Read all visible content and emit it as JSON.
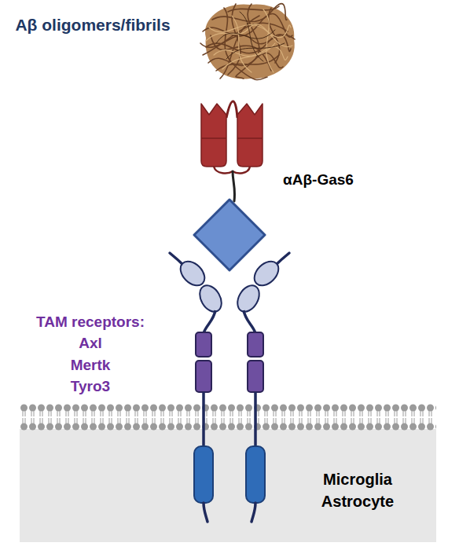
{
  "diagram": {
    "nodes": [
      {
        "text": [
          "Microglia Astrocyte"
        ]
      }
    ],
    "labels": [
      "Aβ oligomers/fibrils",
      "αAβ-Gas6",
      "TAM receptors:",
      "Axl",
      "Mertk",
      "Tyro3"
    ]
  }
}
